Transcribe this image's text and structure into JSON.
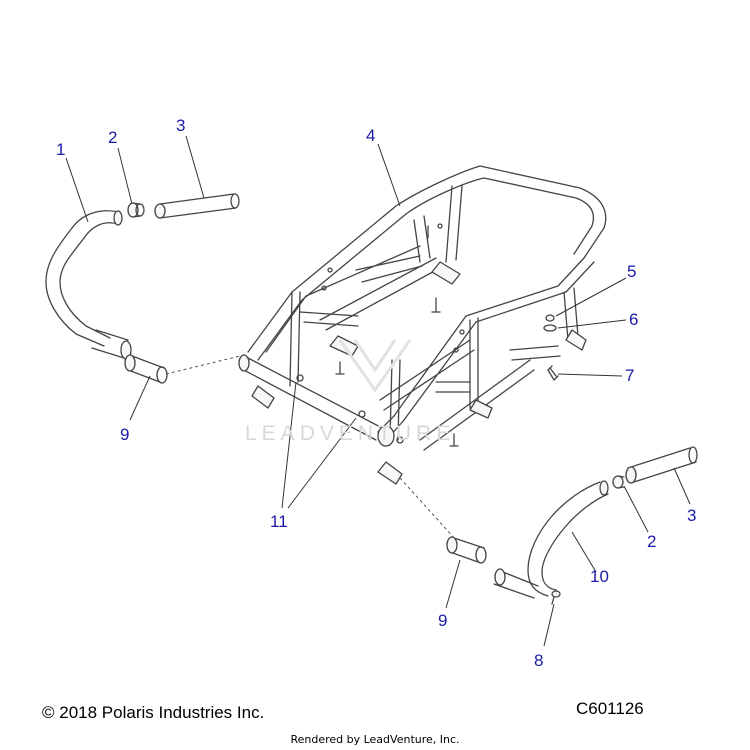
{
  "callouts": [
    {
      "id": "c1",
      "text": "1"
    },
    {
      "id": "c2a",
      "text": "2"
    },
    {
      "id": "c3a",
      "text": "3"
    },
    {
      "id": "c4",
      "text": "4"
    },
    {
      "id": "c5",
      "text": "5"
    },
    {
      "id": "c6",
      "text": "6"
    },
    {
      "id": "c7",
      "text": "7"
    },
    {
      "id": "c9a",
      "text": "9"
    },
    {
      "id": "c11",
      "text": "11"
    },
    {
      "id": "c3b",
      "text": "3"
    },
    {
      "id": "c2b",
      "text": "2"
    },
    {
      "id": "c10",
      "text": "10"
    },
    {
      "id": "c9b",
      "text": "9"
    },
    {
      "id": "c8",
      "text": "8"
    }
  ],
  "footer": {
    "copyright": "© 2018 Polaris Industries Inc.",
    "code": "C601126",
    "rendered_by": "Rendered by LeadVenture, Inc."
  },
  "watermark": "LEADVENTURE",
  "colors": {
    "callout": "#1a1aa8",
    "line": "#444444",
    "part_fill": "#f7f7f7"
  }
}
